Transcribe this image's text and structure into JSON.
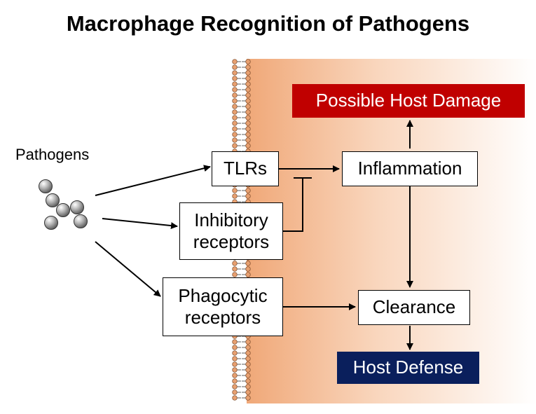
{
  "title": "Macrophage Recognition of Pathogens",
  "pathogens_label": "Pathogens",
  "nodes": {
    "tlrs": "TLRs",
    "inhibitory": [
      "Inhibitory",
      "receptors"
    ],
    "phagocytic": [
      "Phagocytic",
      "receptors"
    ],
    "inflammation": "Inflammation",
    "damage": "Possible Host Damage",
    "clearance": "Clearance",
    "defense": "Host Defense"
  },
  "colors": {
    "damage_bg": "#c00000",
    "defense_bg": "#0a1f5c",
    "cell_gradient_start": "#f0a878",
    "membrane_head": "#e8a070"
  }
}
